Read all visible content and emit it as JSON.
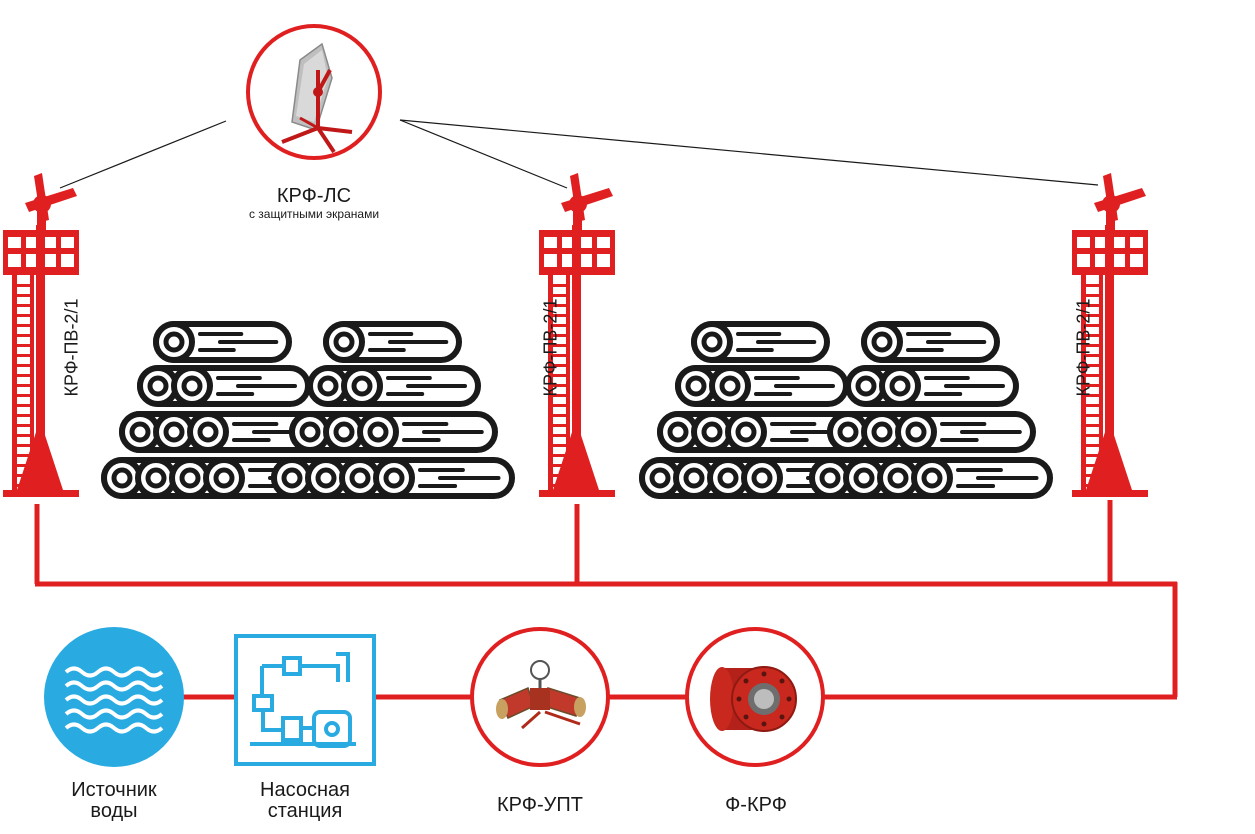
{
  "colors": {
    "pipe": "#e02020",
    "water": "#29abe2",
    "outline": "#1a1a1a"
  },
  "top_device": {
    "label": "КРФ-ЛС",
    "sublabel": "с защитными экранами",
    "icon": "mobile-fire-monitor-with-shield"
  },
  "towers": [
    {
      "label": "КРФ-ПВ-2/1"
    },
    {
      "label": "КРФ-ПВ-2/1"
    },
    {
      "label": "КРФ-ПВ-2/1"
    }
  ],
  "stacks": [
    {
      "icon": "log-pile-icon"
    },
    {
      "icon": "log-pile-icon"
    }
  ],
  "bottom_chain": [
    {
      "line1": "Источник",
      "line2": "воды",
      "icon": "water-waves-icon"
    },
    {
      "line1": "Насосная",
      "line2": "станция",
      "icon": "pump-station-icon"
    },
    {
      "line1": "КРФ-УПТ",
      "line2": "",
      "icon": "valve-gauge-icon"
    },
    {
      "line1": "Ф-КРФ",
      "line2": "",
      "icon": "flange-filter-icon"
    }
  ]
}
